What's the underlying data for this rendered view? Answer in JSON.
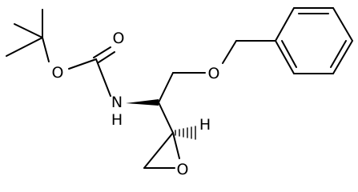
{
  "molecule": {
    "atom_labels": {
      "carbonyl_oxygen": "O",
      "ester_oxygen": "O",
      "amide_nitrogen": "N",
      "amide_hydrogen": "H",
      "ether_oxygen": "O",
      "epoxide_hydrogen": "H",
      "epoxide_oxygen": "O"
    },
    "colors": {
      "bond": "#000000",
      "label": "#000000",
      "background": "#ffffff"
    }
  }
}
